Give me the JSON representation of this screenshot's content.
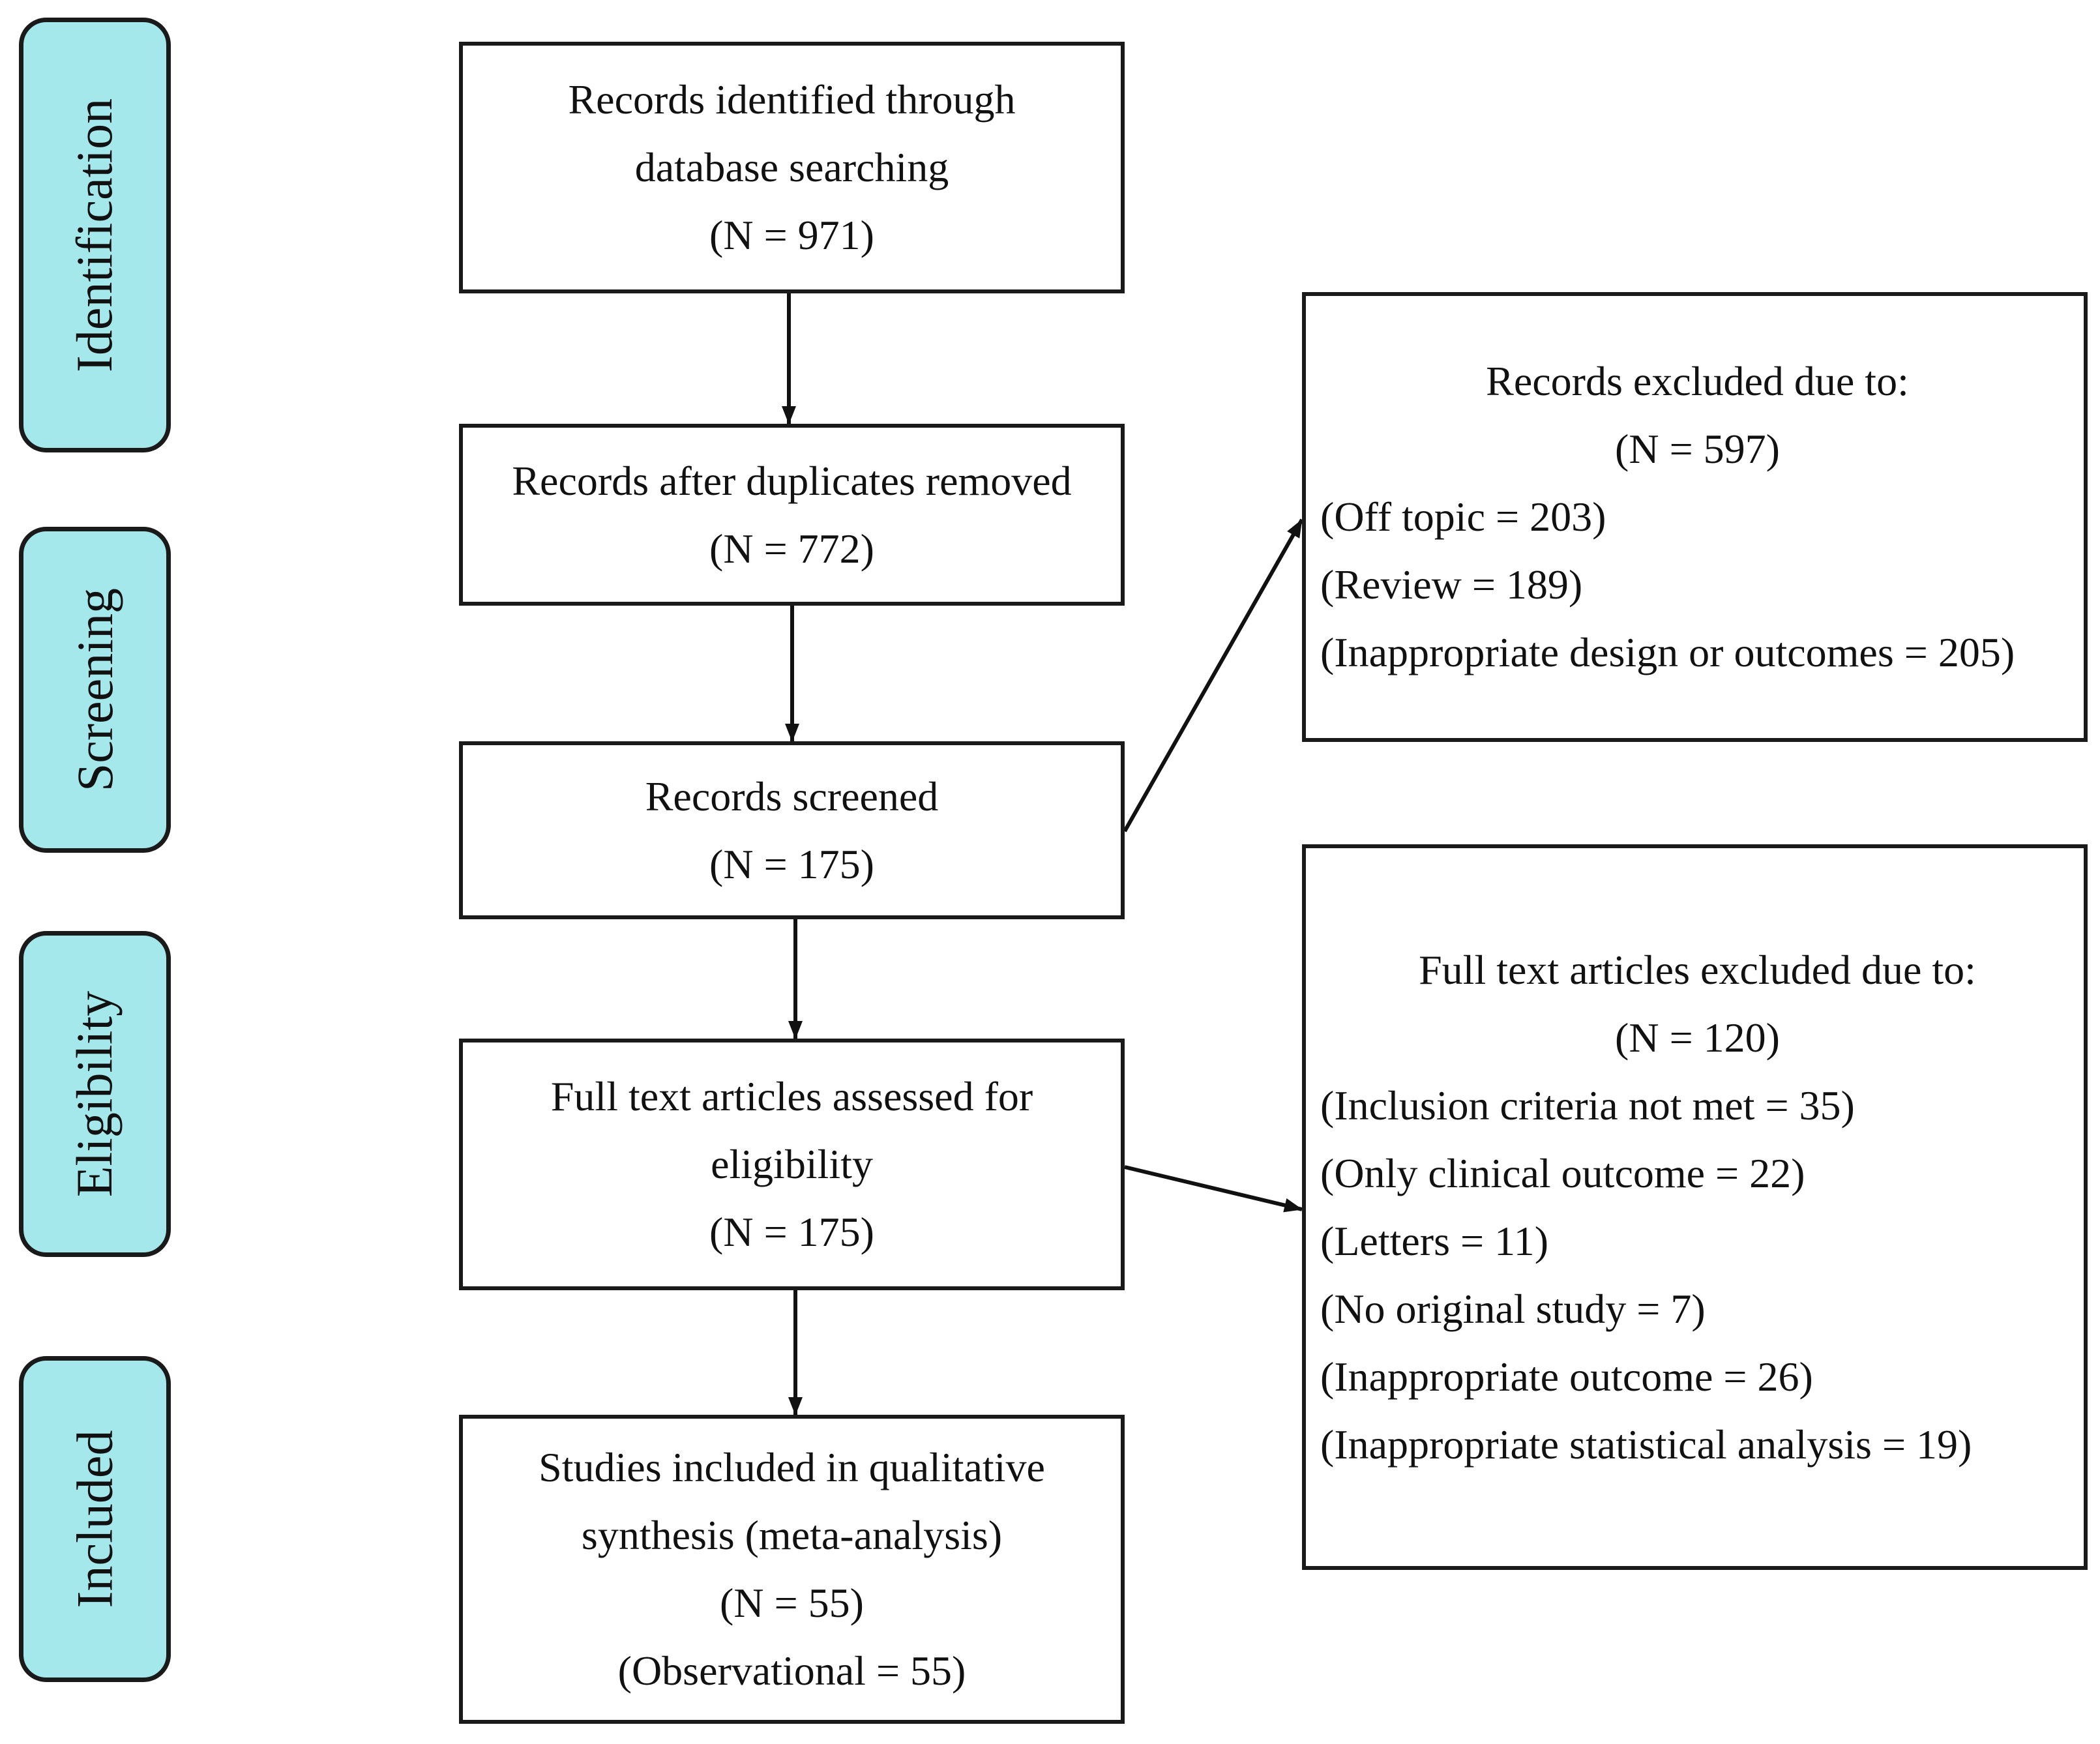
{
  "phases": {
    "identification": "Identification",
    "screening": "Screening",
    "eligibility": "Eligibility",
    "included": "Included"
  },
  "boxes": {
    "identified": {
      "lines": [
        "Records identified through",
        "database searching",
        "(N = 971)"
      ]
    },
    "after_duplicates": {
      "lines": [
        "Records after duplicates removed",
        "(N = 772)"
      ]
    },
    "screened": {
      "lines": [
        "Records screened",
        "(N = 175)"
      ]
    },
    "full_text": {
      "lines": [
        "Full text articles assessed for",
        "eligibility",
        "(N = 175)"
      ]
    },
    "included": {
      "lines": [
        "Studies included in qualitative",
        "synthesis (meta-analysis)",
        "(N = 55)",
        "(Observational = 55)"
      ]
    },
    "records_excluded": {
      "header": [
        "Records excluded due to:",
        "(N = 597)"
      ],
      "items": [
        "(Off topic = 203)",
        "(Review = 189)",
        "(Inappropriate design or outcomes = 205)"
      ]
    },
    "fulltext_excluded": {
      "header": [
        "Full text articles excluded due to:",
        "(N = 120)"
      ],
      "items": [
        "(Inclusion criteria not met = 35)",
        "(Only clinical outcome = 22)",
        "(Letters = 11)",
        "(No original study = 7)",
        "(Inappropriate outcome = 26)",
        "(Inappropriate statistical analysis = 19)"
      ]
    }
  }
}
